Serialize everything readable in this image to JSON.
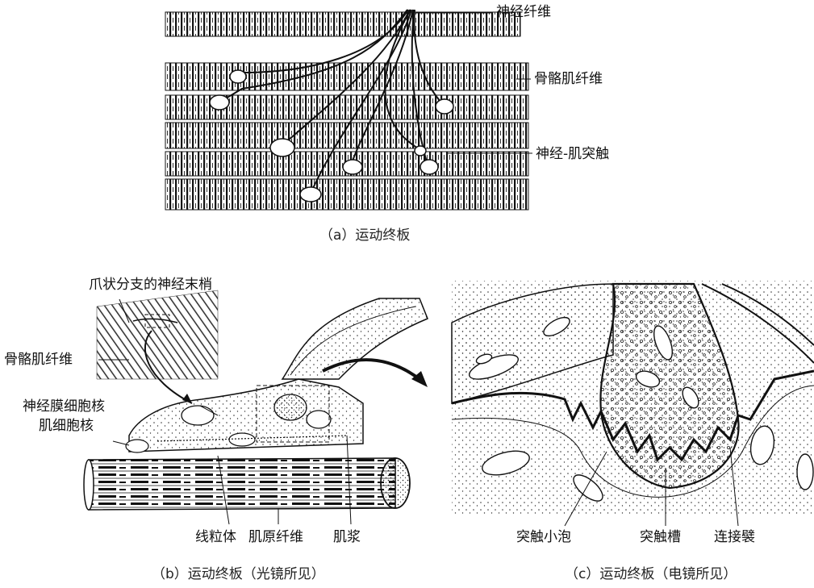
{
  "panel_a": {
    "labels": {
      "nerve_fiber": "神经纤维",
      "skeletal_muscle_fiber": "骨骼肌纤维",
      "neuromuscular_synapse": "神经-肌突触"
    },
    "caption": "（a）运动终板"
  },
  "panel_b": {
    "labels": {
      "claw_branch": "爪状分支的神经末梢",
      "skeletal_muscle_fiber": "骨骼肌纤维",
      "neurilemma_nucleus": "神经膜细胞核",
      "muscle_nucleus": "肌细胞核",
      "mitochondria": "线粒体",
      "myofibril": "肌原纤维",
      "sarcoplasm": "肌浆"
    },
    "caption": "（b）运动终板（光镜所见）"
  },
  "panel_c": {
    "labels": {
      "synaptic_vesicle": "突触小泡",
      "synaptic_groove": "突触槽",
      "junctional_fold": "连接襞"
    },
    "caption": "（c）运动终板（电镜所见）"
  },
  "colors": {
    "ink": "#111111",
    "paper": "#ffffff"
  }
}
